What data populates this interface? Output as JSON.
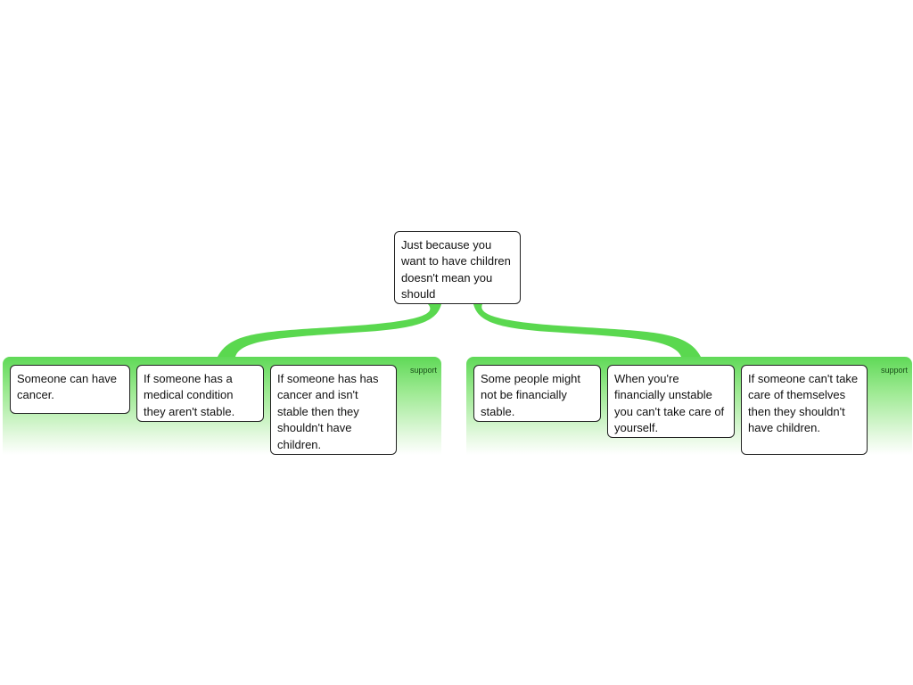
{
  "colors": {
    "connector": "#5ad84f",
    "group_fill": "#5fd957",
    "node_border": "#222222"
  },
  "root": {
    "text": "Just because you want to have children doesn't mean you should"
  },
  "groups": [
    {
      "label": "support",
      "claims": [
        {
          "text": "Someone can have cancer."
        },
        {
          "text": "If someone has a medical condition they aren't stable."
        },
        {
          "text": "If someone has has cancer and isn't stable then they shouldn't have children."
        }
      ]
    },
    {
      "label": "support",
      "claims": [
        {
          "text": "Some people might not be financially stable."
        },
        {
          "text": "When you're financially unstable you can't take care of yourself."
        },
        {
          "text": "If someone can't take care of themselves then they shouldn't have children."
        }
      ]
    }
  ]
}
